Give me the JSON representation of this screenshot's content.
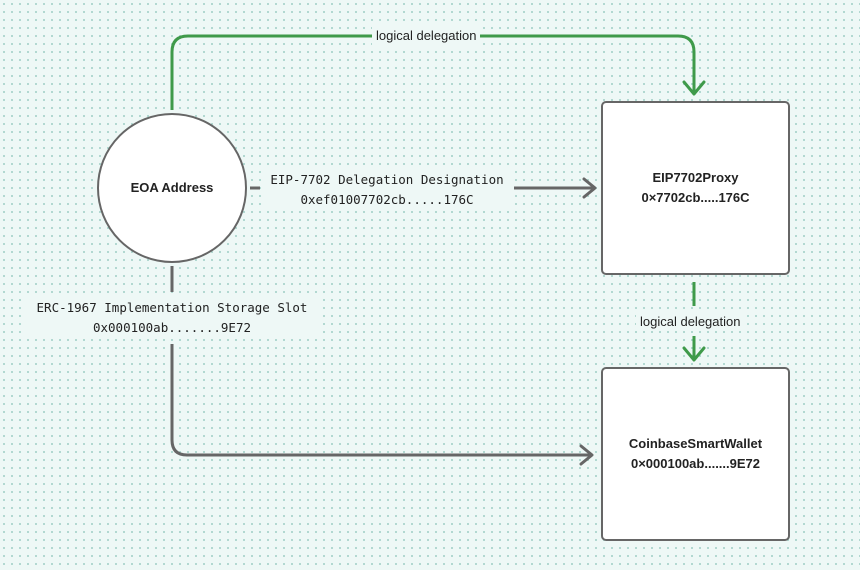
{
  "colors": {
    "green": "#3f9a4a",
    "gray": "#666666",
    "border": "#666666",
    "background": "#eef8f6"
  },
  "nodes": {
    "eoa": {
      "title": "EOA Address"
    },
    "proxy": {
      "title": "EIP7702Proxy",
      "address": "0×7702cb.....176C"
    },
    "wallet": {
      "title": "CoinbaseSmartWallet",
      "address": "0×000100ab.......9E72"
    }
  },
  "edges": {
    "eoa_to_proxy_logical": {
      "label": "logical delegation"
    },
    "eoa_to_proxy_designation": {
      "line1": "EIP-7702 Delegation Designation",
      "line2": "0xef01007702cb.....176C"
    },
    "eoa_to_wallet_storage": {
      "line1": "ERC-1967 Implementation Storage Slot",
      "line2": "0x000100ab.......9E72"
    },
    "proxy_to_wallet_logical": {
      "label": "logical delegation"
    }
  }
}
